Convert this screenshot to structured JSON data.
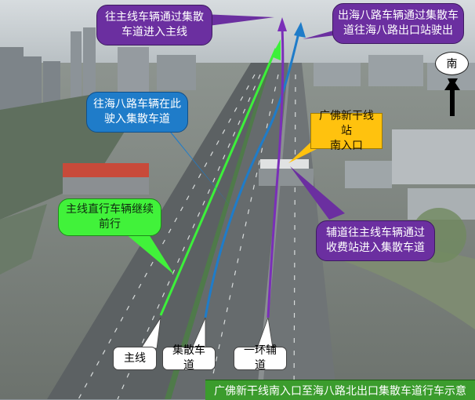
{
  "scene": {
    "south_marker": "南",
    "caption": "广佛新干线南入口至海八路北出口集散车道行车示意",
    "callouts": {
      "mainline_via_collector": "往主线车辆通过集散\n车道进入主线",
      "exit_haiba": "出海八路车辆通过集散车\n道往海八路出口站驶出",
      "haiba_enter_collector": "往海八路车辆在此\n驶入集散车道",
      "station_entrance": "广佛新干线站\n南入口",
      "mainline_continue": "主线直行车辆继续\n前行",
      "aux_to_collector": "辅道往主线车辆通过\n收费站进入集散车道"
    },
    "lane_labels": {
      "mainline": "主线",
      "collector": "集散车道",
      "ring_aux": "一环辅道"
    }
  },
  "colors": {
    "mainline_arrow": "#3cf03a",
    "collector_arrow": "#1f7cc9",
    "aux_arrow": "#7a2fb8",
    "caption_bg": "#3b9c2d"
  }
}
